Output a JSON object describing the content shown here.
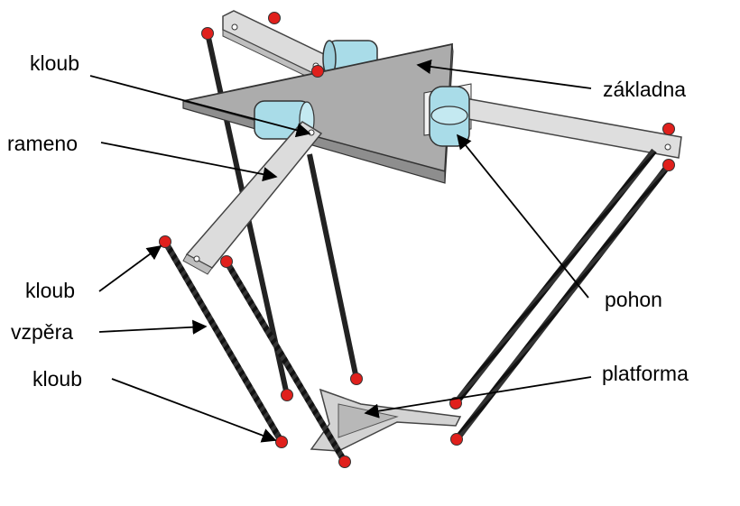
{
  "labels": {
    "kloub_top": "kloub",
    "rameno": "rameno",
    "kloub_mid": "kloub",
    "vzpera": "vzpěra",
    "kloub_bottom": "kloub",
    "zakladna": "základna",
    "pohon": "pohon",
    "platforma": "platforma"
  },
  "colors": {
    "base_plate": "#acacac",
    "arm": "#d9d9d9",
    "motor": "#a9dce8",
    "joint": "#e0201c",
    "strut": "#2a2a2a",
    "outline": "#404040"
  }
}
